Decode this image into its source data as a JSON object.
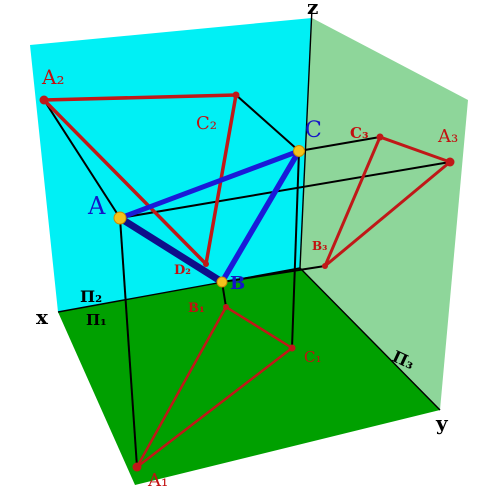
{
  "labels": {
    "axis_z": "z",
    "axis_x": "x",
    "axis_y": "y",
    "plane_pi2": "Π₂",
    "plane_pi1": "Π₁",
    "plane_pi3": "Π₃",
    "point_a": "A",
    "point_b": "B",
    "point_c": "C",
    "a1": "A₁",
    "b1": "B₁",
    "c1": "C₁",
    "a2": "A₂",
    "c2": "C₂",
    "d2": "D₂",
    "a3": "A₃",
    "b3": "B₃",
    "c3": "C₃"
  },
  "colors": {
    "frontal_plane": "#00f0f5",
    "horizontal_plane": "#00a000",
    "profile_plane": "#8ed69a",
    "projection_red": "#c01818",
    "spatial_blue": "#1a1ad8",
    "vertex_yellow": "#f3c21c",
    "axis_black": "#000000"
  }
}
